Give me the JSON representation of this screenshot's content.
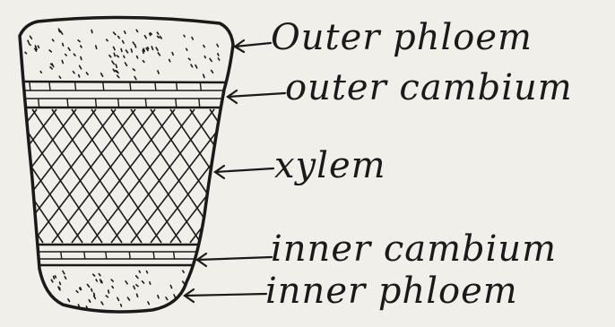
{
  "diagram": {
    "labels": [
      {
        "id": "outer-phloem",
        "text": "Outer phloem"
      },
      {
        "id": "outer-cambium",
        "text": "outer cambium"
      },
      {
        "id": "xylem",
        "text": "xylem"
      },
      {
        "id": "inner-cambium",
        "text": "inner cambium"
      },
      {
        "id": "inner-phloem",
        "text": "inner phloem"
      }
    ],
    "colors": {
      "ink": "#1a1a1a",
      "paper": "#f1efea"
    }
  }
}
